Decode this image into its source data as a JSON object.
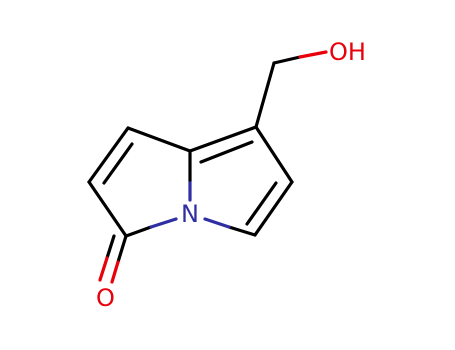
{
  "molecule": {
    "atoms": {
      "hydroxyl": {
        "text": "OH",
        "color": "#e8000b"
      },
      "nitrogen": {
        "text": "N",
        "color": "#2f2ea3"
      },
      "carbonyl_oxygen": {
        "text": "O",
        "color": "#e8000b"
      }
    },
    "bond_color": "#000000"
  }
}
